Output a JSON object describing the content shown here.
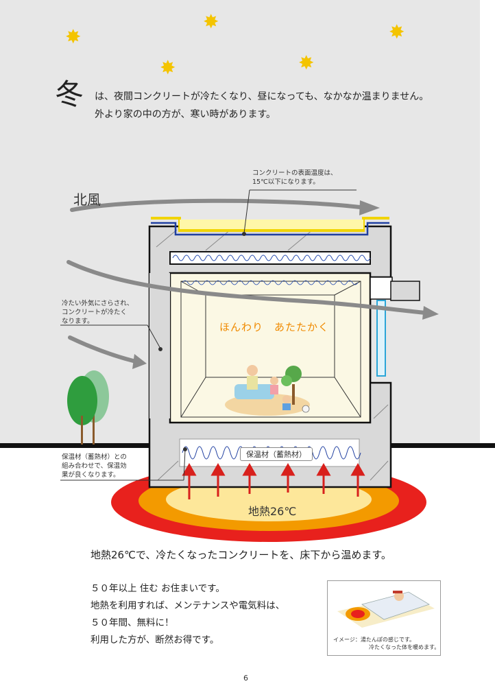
{
  "intro": {
    "big_char": "冬",
    "line1": "は、夜間コンクリートが冷たくなり、昼になっても、なかなか温まりません。",
    "line2": "外より家の中の方が、寒い時があります。"
  },
  "diagram": {
    "wind_label": "北風",
    "surface_note": "コンクリートの表面温度は、\n15℃以下になります。",
    "wall_note": "冷たい外気にさらされ、\nコンクリートが冷たく\nなります。",
    "insulation_note": "保温材（蓄熱材）との\n組み合わせで、保温効\n果が良くなります。",
    "room_text": "ほんわり　あたたかく",
    "insulation_label": "保温材（蓄熱材）",
    "geothermal_label": "地熱26℃"
  },
  "main_statement": "地熱26℃で、冷たくなったコンクリートを、床下から温めます。",
  "body_lines": [
    "５０年以上 住む お住まいです。",
    "地熱を利用すれば、メンテナンスや電気料は、",
    "５０年間、無料に！",
    "利用した方が、断然お得です。"
  ],
  "image_caption": {
    "line1": "イメージ：湯たんぽの感じです。",
    "line2": "冷たくなった体を暖めます。"
  },
  "page_number": "6",
  "colors": {
    "sky": "#e7e7e7",
    "star": "#f4c400",
    "concrete": "#d9d9d9",
    "room": "#fbf8e4",
    "heat_outer": "#e8211d",
    "heat_mid": "#f39a00",
    "heat_inner": "#fde79a",
    "arrow": "#d8201c",
    "wind": "#8a8a8a",
    "insulation": "#1f3fa0"
  }
}
